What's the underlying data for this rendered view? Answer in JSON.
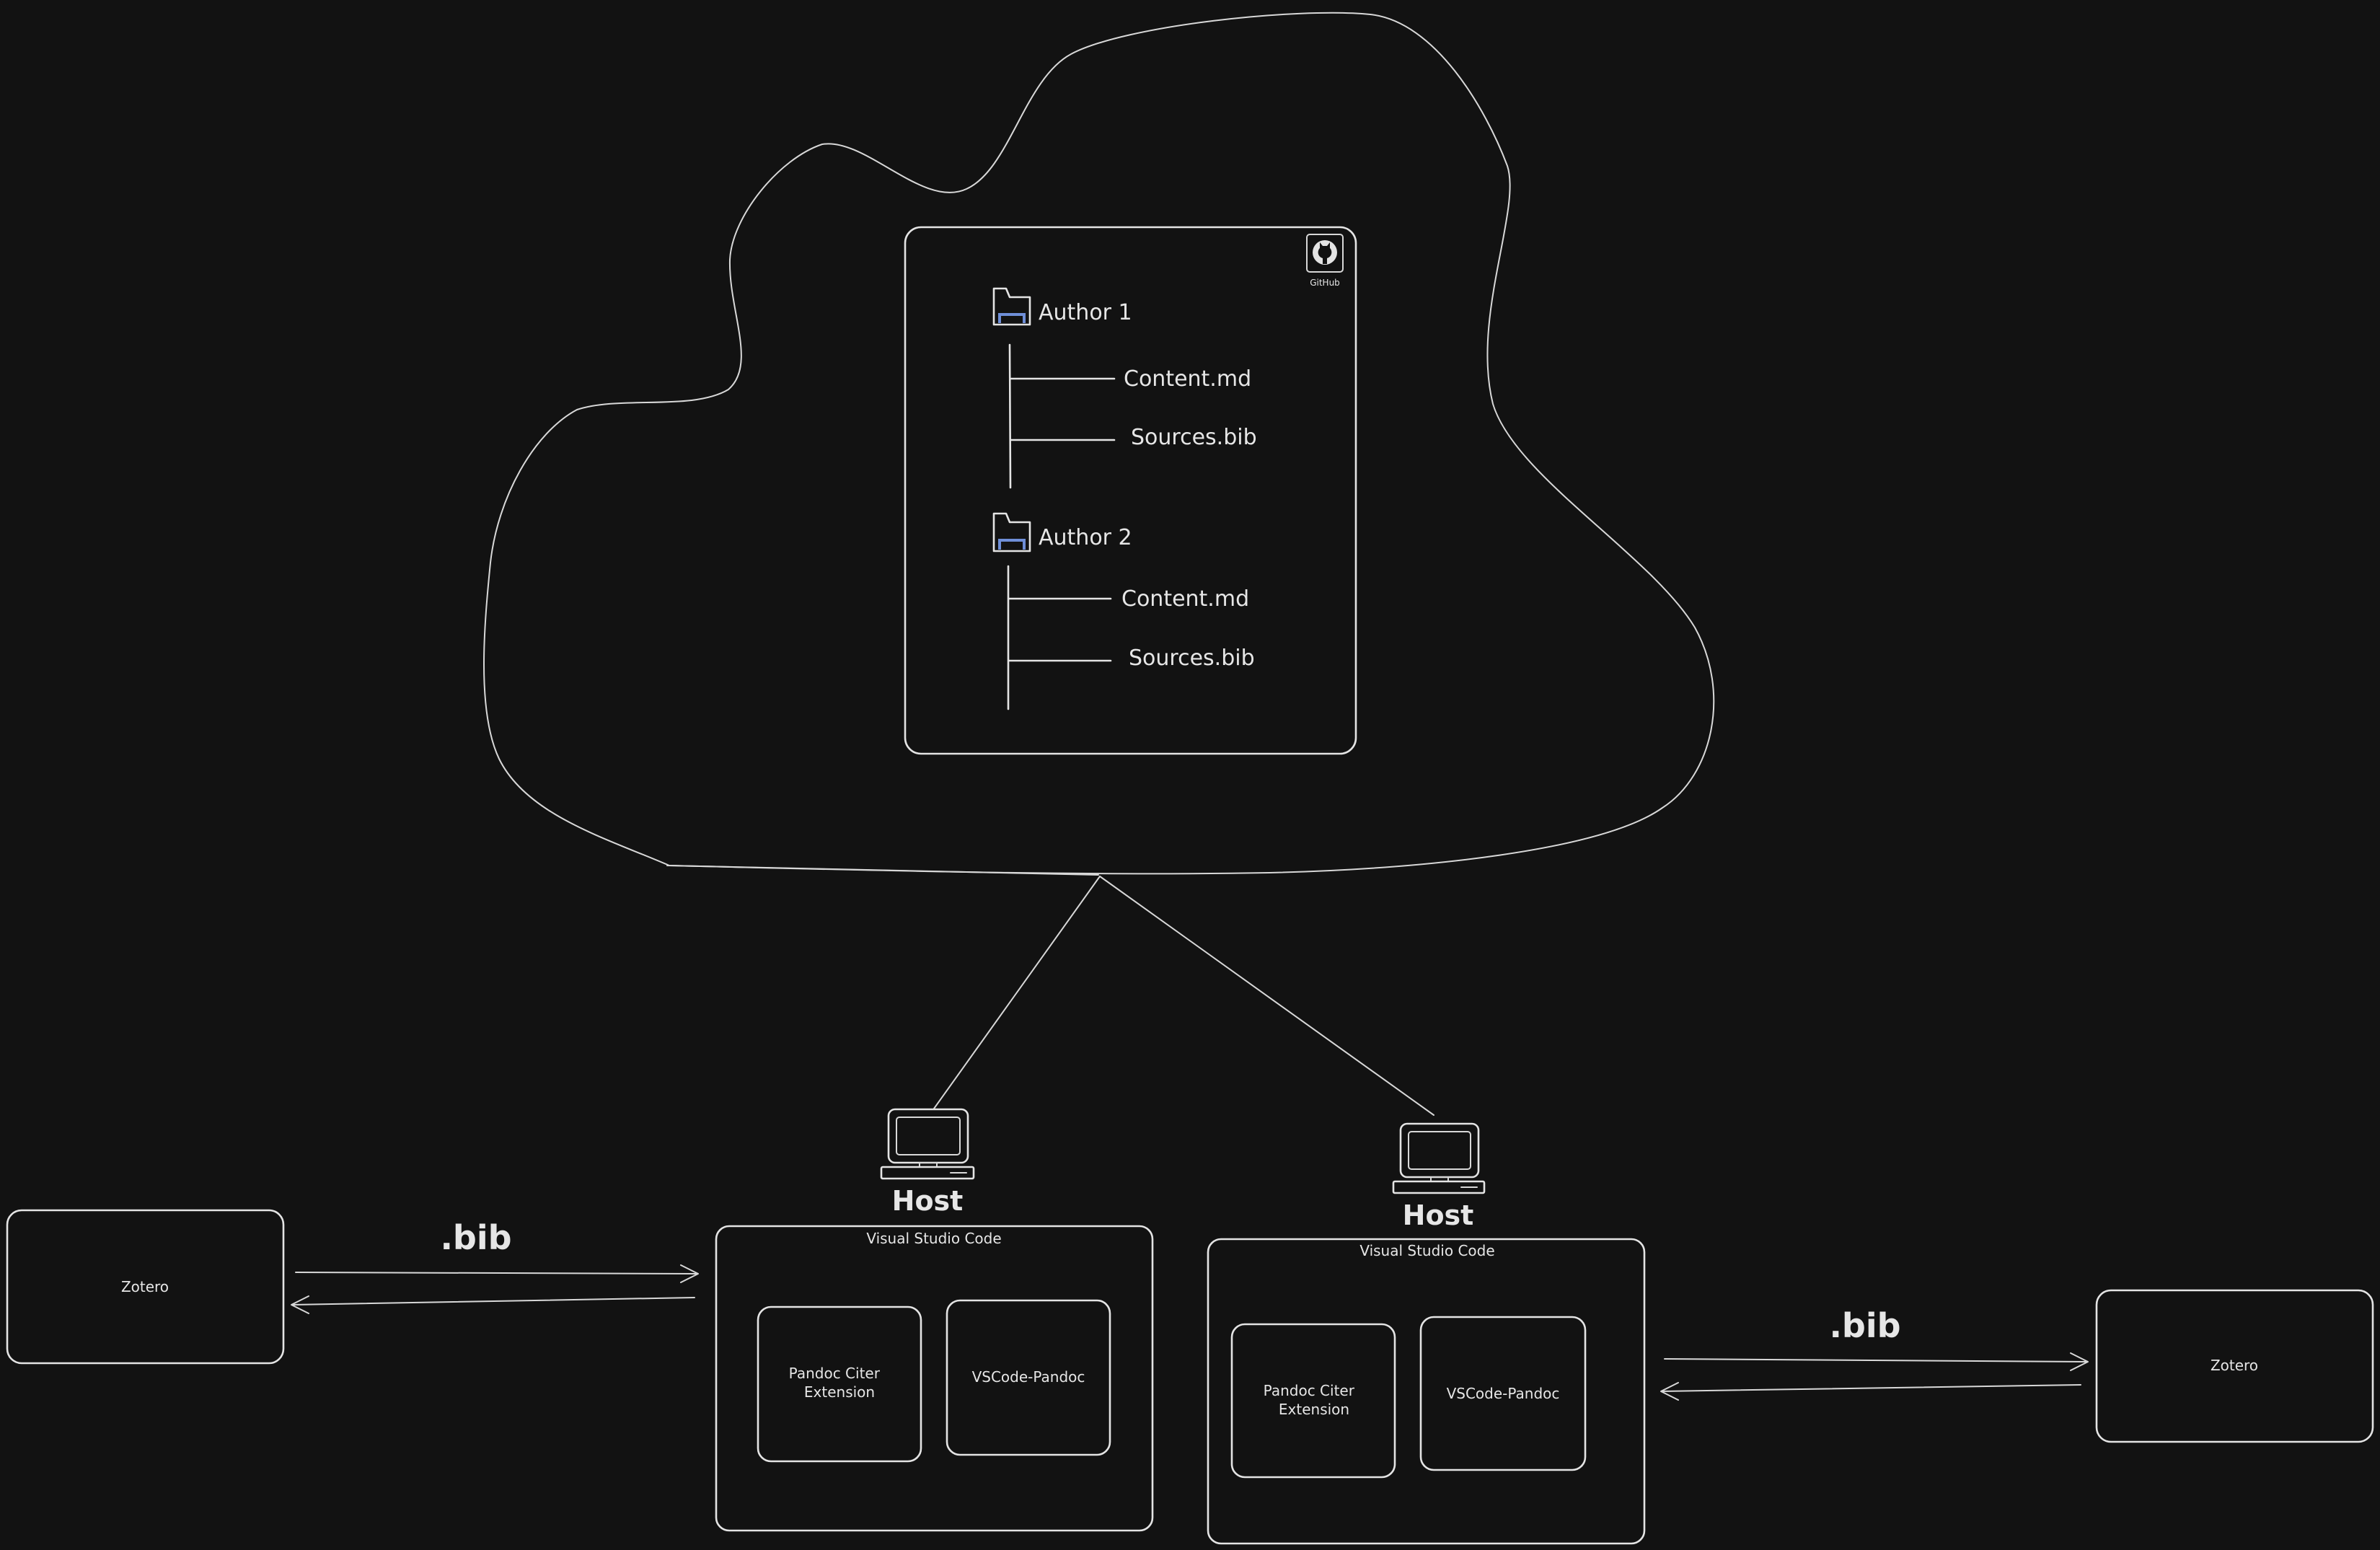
{
  "colors": {
    "background": "#121212",
    "stroke": "#e4e4e4",
    "text": "#e6e6e6",
    "folder_accent": "#6f8fd8"
  },
  "repo": {
    "badge_label": "GitHub",
    "badge_icon": "github-icon",
    "folders": [
      {
        "name": "Author 1",
        "files": [
          "Content.md",
          "Sources.bib"
        ]
      },
      {
        "name": "Author 2",
        "files": [
          "Content.md",
          "Sources.bib"
        ]
      }
    ]
  },
  "hosts": [
    {
      "label": "Host",
      "icon": "computer-icon",
      "editor": "Visual Studio Code",
      "extensions": [
        "Pandoc Citer Extension",
        "VSCode-Pandoc"
      ]
    },
    {
      "label": "Host",
      "icon": "computer-icon",
      "editor": "Visual Studio Code",
      "extensions": [
        "Pandoc Citer Extension",
        "VSCode-Pandoc"
      ]
    }
  ],
  "zotero": [
    {
      "label": "Zotero",
      "exchange_label": ".bib"
    },
    {
      "label": "Zotero",
      "exchange_label": ".bib"
    }
  ]
}
